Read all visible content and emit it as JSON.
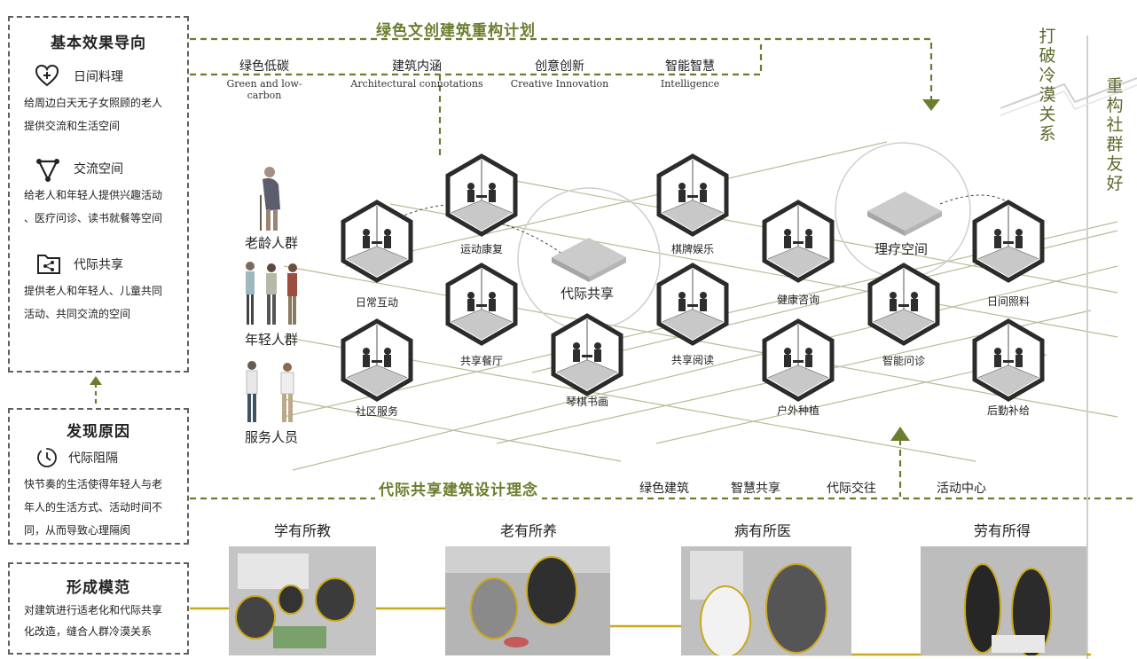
{
  "header_title": "绿色文创建筑重构计划",
  "pillars": [
    {
      "cn": "绿色低碳",
      "en": "Green and low-carbon"
    },
    {
      "cn": "建筑内涵",
      "en": "Architectural connotations"
    },
    {
      "cn": "创意创新",
      "en": "Creative Innovation"
    },
    {
      "cn": "智能智慧",
      "en": "Intelligence"
    }
  ],
  "effects_box": {
    "title": "基本效果导向",
    "items": [
      {
        "label": "日间料理",
        "icon": "heart-plus-icon",
        "desc": [
          "给周边白天无子女照顾的老人",
          "提供交流和生活空间"
        ]
      },
      {
        "label": "交流空间",
        "icon": "triangle-network-icon",
        "desc": [
          "给老人和年轻人提供兴趣活动",
          "、医疗问诊、读书就餐等空间"
        ]
      },
      {
        "label": "代际共享",
        "icon": "share-folder-icon",
        "desc": [
          "提供老人和年轻人、儿童共同",
          "活动、共同交流的空间"
        ]
      }
    ]
  },
  "cause_box": {
    "title": "发现原因",
    "label": "代际阻隔",
    "icon": "clock-icon",
    "desc": [
      "快节奏的生活使得年轻人与老",
      "年人的生活方式、活动时间不",
      "同，从而导致心理隔阂"
    ]
  },
  "model_box": {
    "title": "形成模范",
    "desc": [
      "对建筑进行适老化和代际共享",
      "化改造，缝合人群冷漠关系"
    ]
  },
  "groups": [
    "老龄人群",
    "年轻人群",
    "服务人员"
  ],
  "hexagons": [
    "运动康复",
    "日常互动",
    "共享餐厅",
    "社区服务",
    "琴棋书画",
    "棋牌娱乐",
    "共享阅读",
    "健康咨询",
    "户外种植",
    "智能问诊",
    "日间照料",
    "后勤补给"
  ],
  "platforms": [
    "代际共享",
    "理疗空间"
  ],
  "bottom_bar": {
    "title": "代际共享建筑设计理念",
    "items": [
      "绿色建筑",
      "智慧共享",
      "代际交往",
      "活动中心"
    ]
  },
  "vertical_texts": [
    "打破冷漠关系",
    "重构社群友好"
  ],
  "photos": [
    "学有所教",
    "老有所养",
    "病有所医",
    "劳有所得"
  ],
  "colors": {
    "accent_green": "#6b7d2e",
    "line_green": "#a9b27f",
    "highlight_yellow": "#c9a81e",
    "dashed_gray": "#5f5f5f"
  }
}
